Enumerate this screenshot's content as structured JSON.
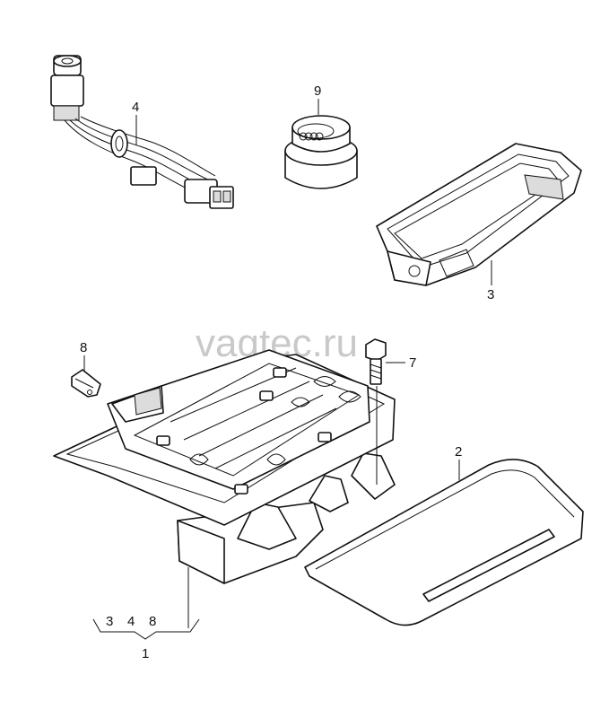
{
  "watermark": "vagtec.ru",
  "callouts": {
    "c1": "1",
    "c2": "2",
    "c3": "3",
    "c4": "4",
    "c7": "7",
    "c8": "8",
    "c9": "9"
  },
  "assembly_group": {
    "items": [
      "3",
      "4",
      "8"
    ],
    "parent": "1"
  }
}
